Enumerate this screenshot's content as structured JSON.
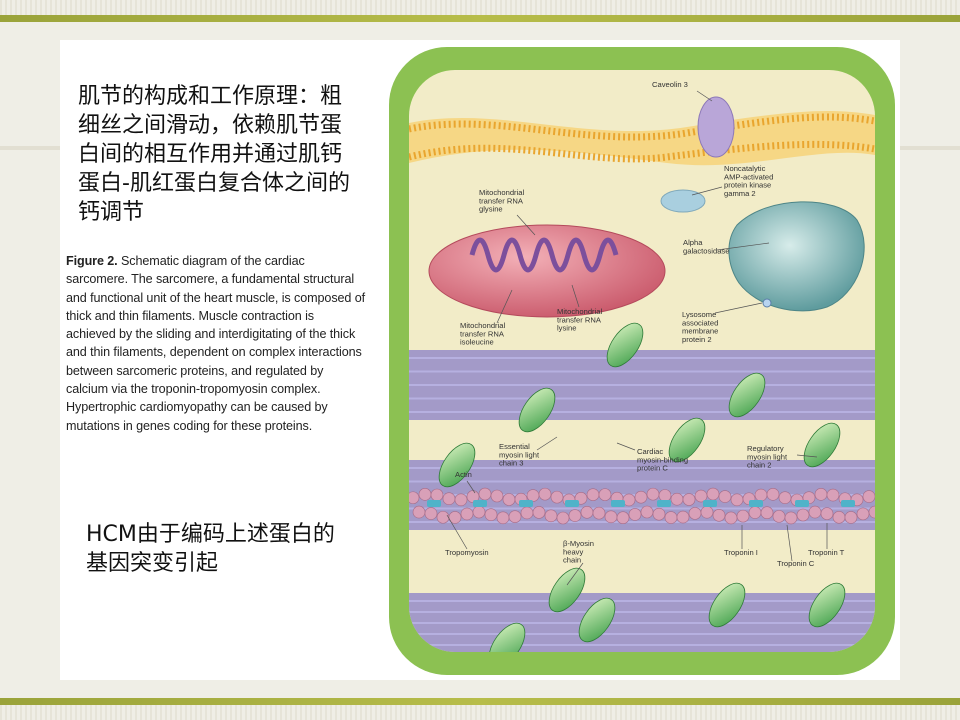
{
  "slide": {
    "title": "肌节的构成和工作原理：粗细丝之间滑动，依赖肌节蛋白间的相互作用并通过肌钙蛋白-肌红蛋白复合体之间的钙调节",
    "caption_label": "Figure 2.",
    "caption_text": "Schematic diagram of the cardiac sarcomere. The sarcomere, a fundamental structural and functional unit of the heart muscle, is composed of thick and thin filaments. Muscle contraction is achieved by the sliding and interdigitating of the thick and thin filaments, dependent on complex interactions between sarcomeric proteins, and regulated by calcium via the troponin-tropomyosin complex. Hypertrophic cardiomyopathy can be caused by mutations in genes coding for these proteins.",
    "note": "HCM由于编码上述蛋白的基因突变引起"
  },
  "figure": {
    "colors": {
      "frame": "#8cc152",
      "cytoplasm": "#f2ecc8",
      "membrane": "#f0b43c",
      "mitochondrion": "#e07a88",
      "lysosome": "#6fa7a8",
      "filament": "#8e86c8",
      "actin": "#d9a0b8",
      "myosin_head": "#5cb85c"
    },
    "labels": {
      "caveolin": "Caveolin 3",
      "noncatalytic": [
        "Noncatalytic",
        "AMP-activated",
        "protein kinase",
        "gamma 2"
      ],
      "mito_glysine": [
        "Mitochondrial",
        "transfer RNA",
        "glysine"
      ],
      "alpha": [
        "Alpha",
        "galactosidase"
      ],
      "mito_isoleucine": [
        "Mitochondrial",
        "transfer RNA",
        "isoleucine"
      ],
      "mito_lysine": [
        "Mitochondrial",
        "transfer RNA",
        "lysine"
      ],
      "lysosome": [
        "Lysosome",
        "associated",
        "membrane",
        "protein 2"
      ],
      "essential": [
        "Essential",
        "myosin light",
        "chain 3"
      ],
      "cardiac": [
        "Cardiac",
        "myosin-binding",
        "protein C"
      ],
      "regulatory": [
        "Regulatory",
        "myosin light",
        "chain 2"
      ],
      "actin": "Actin",
      "tropomyosin": "Tropomyosin",
      "myosin_heavy": [
        "β-Myosin",
        "heavy",
        "chain"
      ],
      "troponin_i": "Troponin I",
      "troponin_t": "Troponin T",
      "troponin_c": "Troponin C"
    }
  }
}
